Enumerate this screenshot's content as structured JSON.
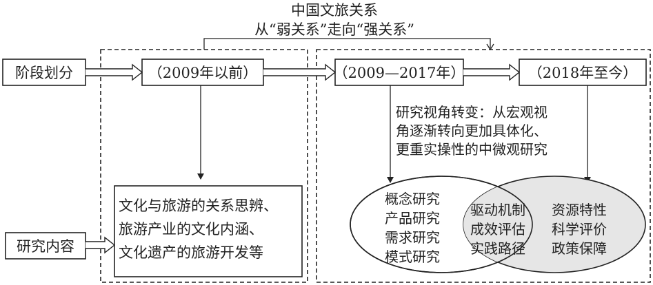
{
  "title_line1": "中国文旅关系",
  "title_line2": "从“弱关系”走向“强关系”",
  "stage_label": "阶段划分",
  "content_label": "研究内容",
  "stages": [
    "（2009年以前）",
    "（2009—2017年）",
    "（2018年至今）"
  ],
  "shift_text": [
    "研究视角转变：从宏观视",
    "角逐渐转向更加具体化、",
    "更重实操性的中微观研究"
  ],
  "early_content": [
    "文化与旅游的关系思辨、",
    "旅游产业的文化内涵、",
    "文化遗产的旅游开发等"
  ],
  "left_ellipse": [
    "概念研究",
    "产品研究",
    "需求研究",
    "模式研究"
  ],
  "overlap": [
    "驱动机制",
    "成效评估",
    "实践路径"
  ],
  "right_ellipse": [
    "资源特性",
    "科学评价",
    "政策保障"
  ],
  "colors": {
    "ellipse_fill": "#e6e6e6",
    "line": "#222222"
  }
}
